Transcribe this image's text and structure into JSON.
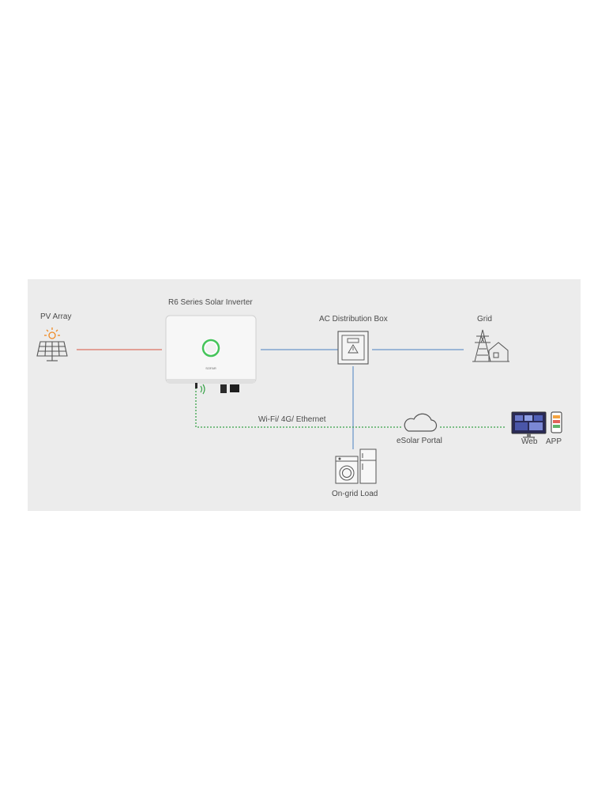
{
  "labels": {
    "pv_array": "PV Array",
    "inverter": "R6 Series Solar Inverter",
    "ac_box": "AC Distribution Box",
    "grid": "Grid",
    "comms": "Wi-Fi/ 4G/ Ethernet",
    "portal": "eSolar Portal",
    "web": "Web",
    "app": "APP",
    "load": "On-grid Load"
  },
  "colors": {
    "background": "#ececec",
    "dc_line": "#d9553f",
    "ac_line": "#4a7fc1",
    "comm_line": "#3aa34a",
    "sun": "#f08a24",
    "inverter_ring": "#45c45a"
  }
}
